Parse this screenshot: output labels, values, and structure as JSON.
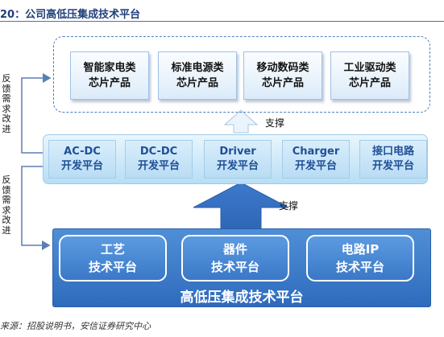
{
  "title": "20：公司高低压集成技术平台",
  "products": [
    {
      "line1": "智能家电类",
      "line2": "芯片产品"
    },
    {
      "line1": "标准电源类",
      "line2": "芯片产品"
    },
    {
      "line1": "移动数码类",
      "line2": "芯片产品"
    },
    {
      "line1": "工业驱动类",
      "line2": "芯片产品"
    }
  ],
  "platforms": [
    {
      "line1": "AC-DC",
      "line2": "开发平台"
    },
    {
      "line1": "DC-DC",
      "line2": "开发平台"
    },
    {
      "line1": "Driver",
      "line2": "开发平台"
    },
    {
      "line1": "Charger",
      "line2": "开发平台"
    },
    {
      "line1": "接口电路",
      "line2": "开发平台"
    }
  ],
  "base": {
    "boxes": [
      {
        "line1": "工艺",
        "line2": "技术平台"
      },
      {
        "line1": "器件",
        "line2": "技术平台"
      },
      {
        "line1": "电路IP",
        "line2": "技术平台"
      }
    ],
    "title": "高低压集成技术平台"
  },
  "support_labels": [
    "支撑",
    "支撑"
  ],
  "feedback_labels": [
    "反馈需求改进",
    "反馈需求改进"
  ],
  "source": "来源：招股说明书，安信证券研究中心",
  "colors": {
    "title": "#1f3f7a",
    "platform_text": "#1f4f96",
    "base_fill": "#3a78c8",
    "feedback_arrow": "#5a7fb5"
  }
}
